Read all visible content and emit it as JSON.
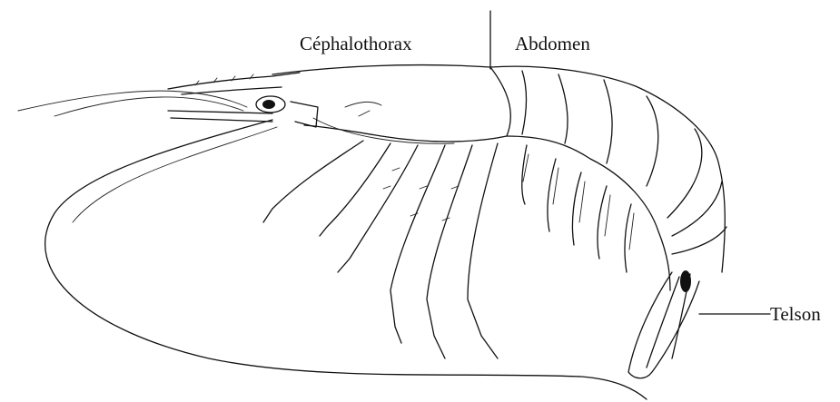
{
  "labels": {
    "cephalothorax": "Céphalothorax",
    "abdomen": "Abdomen",
    "telson": "Telson"
  },
  "colors": {
    "ink": "#111111",
    "background": "#ffffff"
  }
}
